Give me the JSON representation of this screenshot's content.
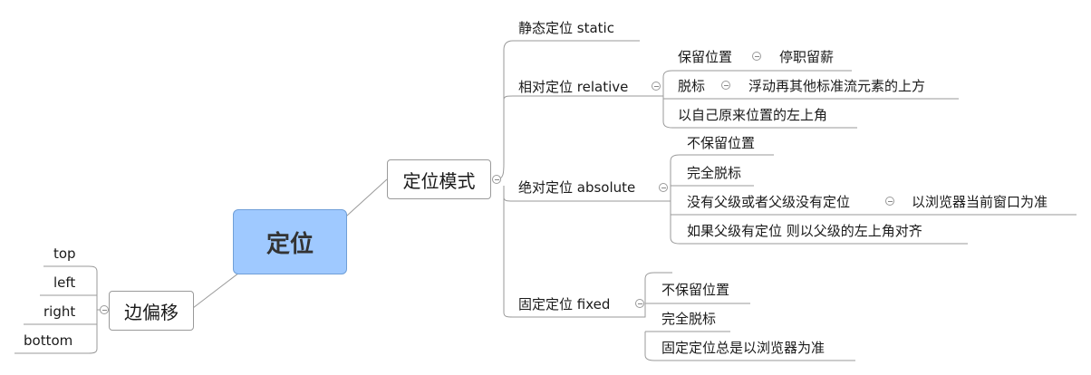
{
  "root": {
    "label": "定位"
  },
  "mode": {
    "label": "定位模式",
    "static": {
      "label": "静态定位  static"
    },
    "relative": {
      "label": "相对定位 relative",
      "keep_position": {
        "label": "保留位置",
        "sub": "停职留薪"
      },
      "out_of_flow": {
        "label": "脱标",
        "sub": "浮动再其他标准流元素的上方"
      },
      "origin": {
        "label": "以自己原来位置的左上角"
      }
    },
    "absolute": {
      "label": "绝对定位 absolute",
      "no_keep": {
        "label": "不保留位置"
      },
      "fully_out": {
        "label": "完全脱标"
      },
      "no_parent": {
        "label": "没有父级或者父级没有定位",
        "sub": "以浏览器当前窗口为准"
      },
      "has_parent": {
        "label": "如果父级有定位  则以父级的左上角对齐"
      }
    },
    "fixed": {
      "label": "固定定位 fixed",
      "no_keep": {
        "label": "不保留位置"
      },
      "fully_out": {
        "label": "完全脱标"
      },
      "always_browser": {
        "label": "固定定位总是以浏览器为准"
      }
    }
  },
  "offset": {
    "label": "边偏移",
    "items": [
      "top",
      "left",
      "right",
      "bottom"
    ]
  },
  "colors": {
    "root_fill": "#9fc9ff",
    "line": "#9a9a9a"
  }
}
